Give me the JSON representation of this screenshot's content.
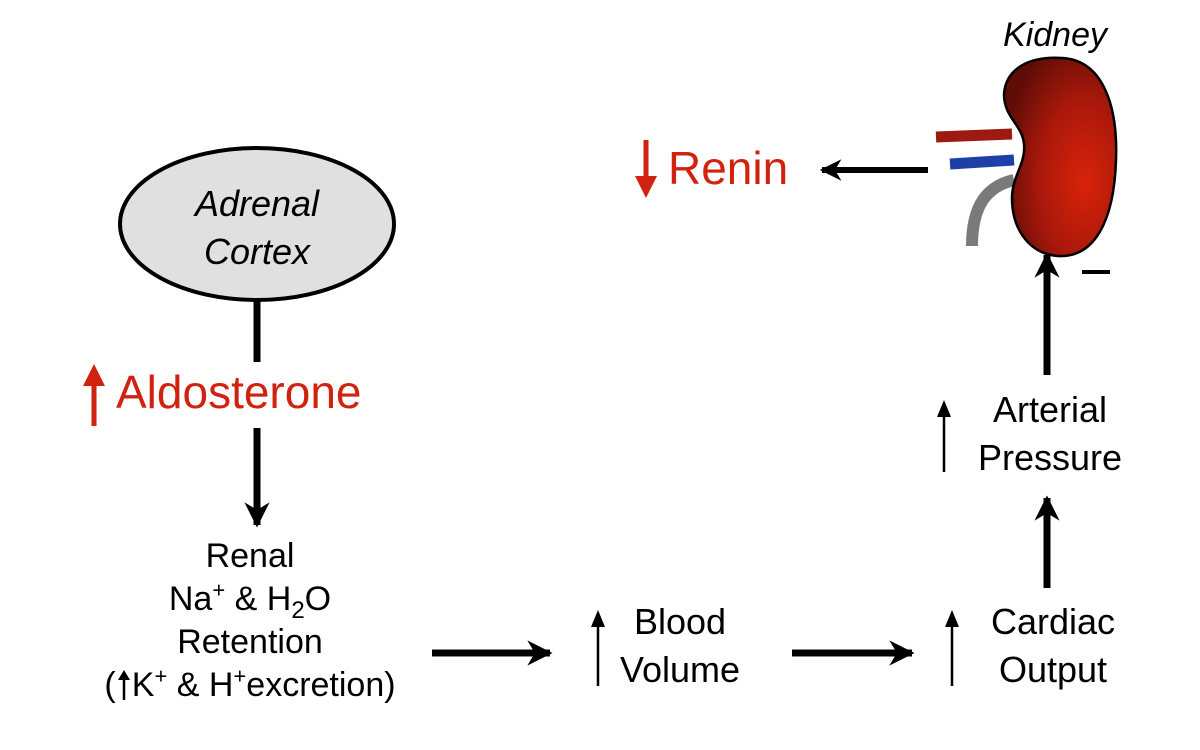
{
  "adrenal": {
    "line1": "Adrenal",
    "line2": "Cortex"
  },
  "aldosterone": {
    "label": "Aldosterone"
  },
  "renin": {
    "label": "Renin"
  },
  "kidney": {
    "label": "Kidney",
    "feedback_sign": "–"
  },
  "renal": {
    "line1": "Renal",
    "line2_na": "Na",
    "line2_plus": "+",
    "line2_amp": " & H",
    "line2_sub": "2",
    "line2_o": "O",
    "line3": "Retention",
    "line4_open": "(",
    "line4_k": "K",
    "line4_kplus": "+",
    "line4_mid": " & H",
    "line4_hplus": "+",
    "line4_end": "excretion)"
  },
  "blood_volume": {
    "line1": "Blood",
    "line2": "Volume"
  },
  "cardiac_output": {
    "line1": "Cardiac",
    "line2": "Output"
  },
  "arterial_pressure": {
    "line1": "Arterial",
    "line2": "Pressure"
  },
  "colors": {
    "red": "#d1220f",
    "ellipse_fill": "#e0e0e0",
    "kidney_dark": "#7a1208",
    "kidney_light": "#d8230a",
    "artery": "#9e1a10",
    "vein": "#1f3fa8",
    "ureter": "#7a7a7a"
  }
}
